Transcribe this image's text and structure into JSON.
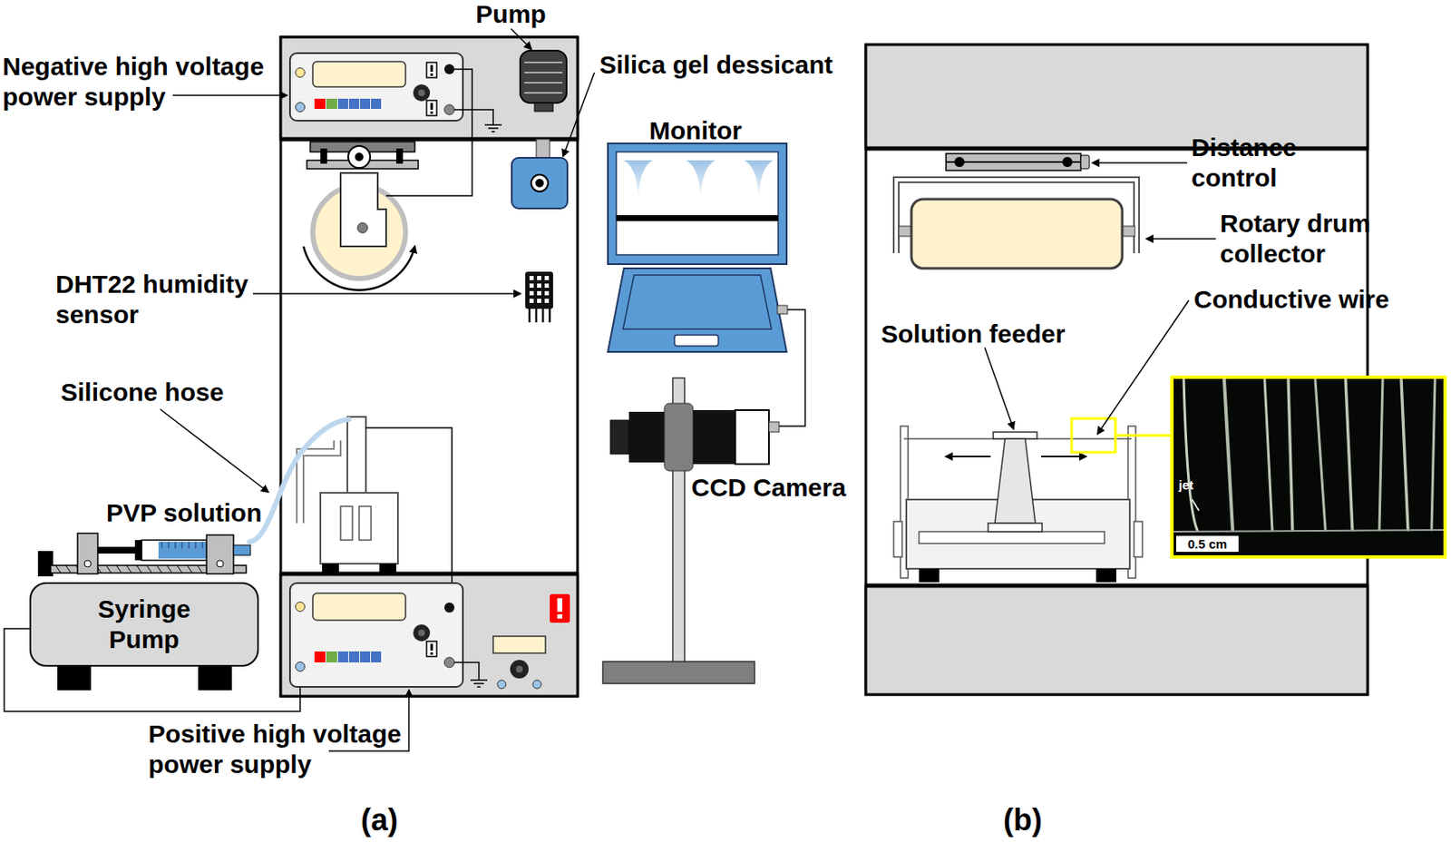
{
  "diagram": {
    "nodes": [
      {
        "text": [
          "Syringe Pump"
        ]
      },
      {
        "text": [
          "0.5 cm"
        ]
      }
    ],
    "labels": [
      "Pump",
      "Negative high voltage power supply",
      "Silica gel dessicant",
      "Monitor",
      "DHT22 humidity sensor",
      "Silicone hose",
      "PVP solution",
      "CCD Camera",
      "Positive high voltage power supply",
      "(a)",
      "Distance control",
      "Rotary drum collector",
      "Conductive wire",
      "Solution feeder",
      "jet",
      "(b)"
    ]
  }
}
